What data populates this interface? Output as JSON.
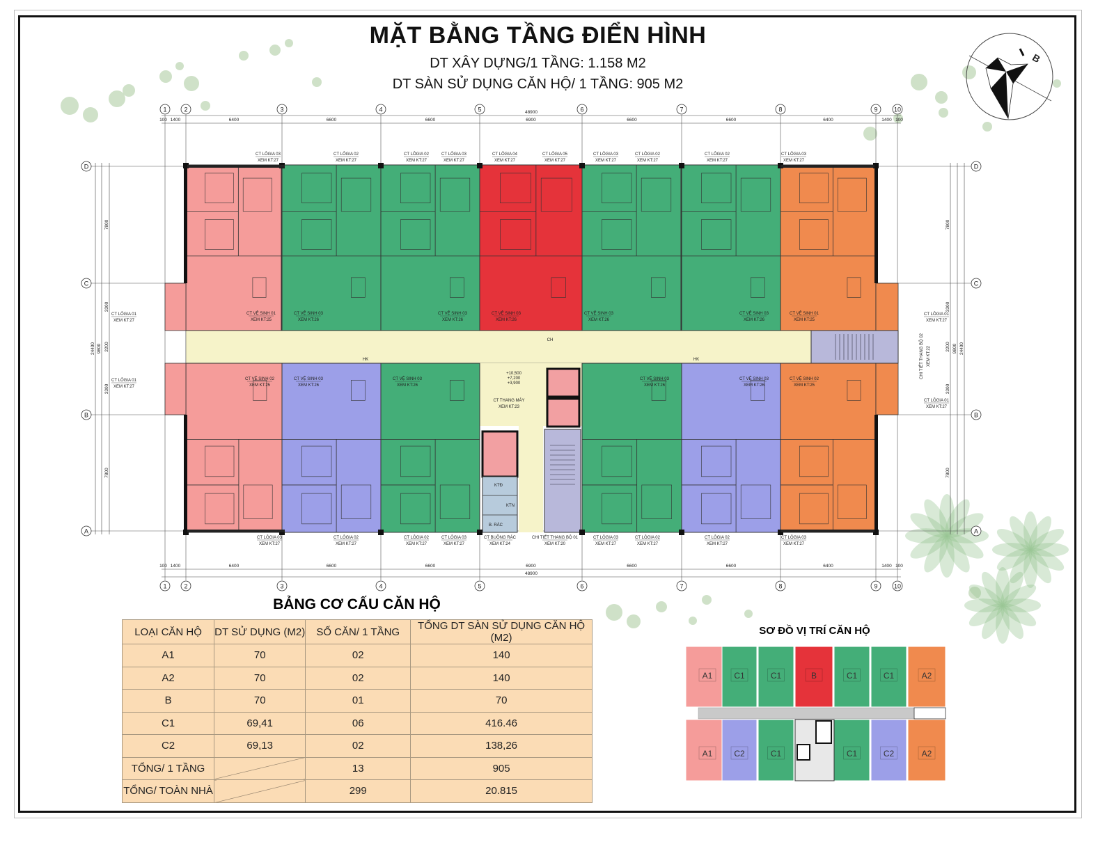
{
  "header": {
    "title": "MẶT BẰNG TẦNG ĐIỂN HÌNH",
    "subtitle_1": "DT XÂY DỰNG/1 TẦNG: 1.158 M2",
    "subtitle_2": "DT SÀN SỬ DỤNG CĂN HỘ/ 1 TẦNG: 905 M2"
  },
  "compass": {
    "label": "B"
  },
  "grid": {
    "columns": [
      "1",
      "2",
      "3",
      "4",
      "5",
      "6",
      "7",
      "8",
      "9",
      "10"
    ],
    "rows": [
      "D",
      "C",
      "B",
      "A"
    ]
  },
  "dimensions": {
    "horizontal": [
      "100",
      "1400",
      "6400",
      "6600",
      "6600",
      "6900",
      "6600",
      "6600",
      "6400",
      "1400",
      "100"
    ],
    "horizontal_total": "48900",
    "vertical": [
      "7800",
      "3300",
      "2200",
      "3300",
      "7800"
    ],
    "vertical_mid": "9800",
    "vertical_total": "24400"
  },
  "annotations": {
    "top": [
      [
        "CT LÔGIA 03",
        "XEM KT:27"
      ],
      [
        "CT LÔGIA 02",
        "XEM KT:27"
      ],
      [
        "CT LÔGIA 02",
        "XEM KT:27"
      ],
      [
        "CT LÔGIA 03",
        "XEM KT:27"
      ],
      [
        "CT LÔGIA 04",
        "XEM KT:27"
      ],
      [
        "CT LÔGIA 05",
        "XEM KT:27"
      ],
      [
        "CT LÔGIA 03",
        "XEM KT:27"
      ],
      [
        "CT LÔGIA 02",
        "XEM KT:27"
      ],
      [
        "CT LÔGIA 02",
        "XEM KT:27"
      ],
      [
        "CT LÔGIA 03",
        "XEM KT:27"
      ]
    ],
    "bottom": [
      [
        "CT LÔGIA 03",
        "XEM KT:27"
      ],
      [
        "CT LÔGIA 02",
        "XEM KT:27"
      ],
      [
        "CT LÔGIA 02",
        "XEM KT:27"
      ],
      [
        "CT LÔGIA 03",
        "XEM KT:27"
      ],
      [
        "CT BUỒNG RÁC",
        "XEM KT:24"
      ],
      [
        "CHI TIẾT THANG BỘ 01",
        "XEM KT:20"
      ],
      [
        "CT LÔGIA 03",
        "XEM KT:27"
      ],
      [
        "CT LÔGIA 02",
        "XEM KT:27"
      ],
      [
        "CT LÔGIA 02",
        "XEM KT:27"
      ],
      [
        "CT LÔGIA 03",
        "XEM KT:27"
      ]
    ],
    "wc_top": [
      [
        "CT VỆ SINH 01",
        "XEM KT:25"
      ],
      [
        "CT VỆ SINH 03",
        "XEM KT:26"
      ],
      [
        "CT VỆ SINH 03",
        "XEM KT:26"
      ],
      [
        "CT VỆ SINH 03",
        "XEM KT:26"
      ],
      [
        "CT VỆ SINH 03",
        "XEM KT:26"
      ],
      [
        "CT VỆ SINH 03",
        "XEM KT:26"
      ],
      [
        "CT VỆ SINH 01",
        "XEM KT:25"
      ]
    ],
    "wc_bottom": [
      [
        "CT VỆ SINH 02",
        "XEM KT:25"
      ],
      [
        "CT VỆ SINH 03",
        "XEM KT:26"
      ],
      [
        "CT VỆ SINH 03",
        "XEM KT:26"
      ],
      [
        "CT VỆ SINH 03",
        "XEM KT:26"
      ],
      [
        "CT VỆ SINH 03",
        "XEM KT:26"
      ],
      [
        "CT VỆ SINH 02",
        "XEM KT:25"
      ]
    ],
    "side_left": [
      [
        "CT LÔGIA 01",
        "XEM KT:27"
      ],
      [
        "CT LÔGIA 01",
        "XEM KT:27"
      ]
    ],
    "side_right": [
      [
        "CT LÔGIA 01",
        "XEM KT:27"
      ],
      [
        "CT LÔGIA 01",
        "XEM KT:27"
      ]
    ],
    "stair_right": [
      "CHI TIẾT THANG BỘ 02",
      "XEM KT:22"
    ],
    "levels": [
      "+10,500",
      "+7,200",
      "+3,900"
    ],
    "lift": [
      "CT THANG MÁY",
      "XEM KT:23"
    ],
    "corridor": "CH",
    "hk": "HK",
    "utility": [
      "KTĐ",
      "KTN",
      "B. RÁC"
    ]
  },
  "unit_table": {
    "title": "BẢNG CƠ CẤU CĂN HỘ",
    "headers": [
      "LOẠI CĂN HỘ",
      "DT SỬ DỤNG (M2)",
      "SỐ CĂN/ 1 TẦNG",
      "TỔNG DT SÀN SỬ DỤNG CĂN HỘ (M2)"
    ],
    "rows": [
      [
        "A1",
        "70",
        "02",
        "140"
      ],
      [
        "A2",
        "70",
        "02",
        "140"
      ],
      [
        "B",
        "70",
        "01",
        "70"
      ],
      [
        "C1",
        "69,41",
        "06",
        "416.46"
      ],
      [
        "C2",
        "69,13",
        "02",
        "138,26"
      ],
      [
        "TỔNG/ 1 TẦNG",
        "",
        "13",
        "905"
      ],
      [
        "TỔNG/ TOÀN NHÀ",
        "",
        "299",
        "20.815"
      ]
    ]
  },
  "location_map": {
    "title": "SƠ ĐỒ VỊ TRÍ CĂN HỘ",
    "top": [
      "A1",
      "C1",
      "C1",
      "B",
      "C1",
      "C1",
      "A2"
    ],
    "bottom": [
      "A1",
      "C2",
      "C1",
      "C1",
      "C2",
      "A2"
    ]
  },
  "colors": {
    "A1": "#f59c9a",
    "A2": "#f08a4e",
    "B": "#e5333a",
    "C1": "#44ae78",
    "C2": "#9c9fe8",
    "corridor": "#f6f3c9",
    "stair": "#b8b8da",
    "lift": "#f2a0a2",
    "utility": "#b7cbdc",
    "table_fill": "#fbdcb5",
    "foliage": "#a8c99a"
  }
}
